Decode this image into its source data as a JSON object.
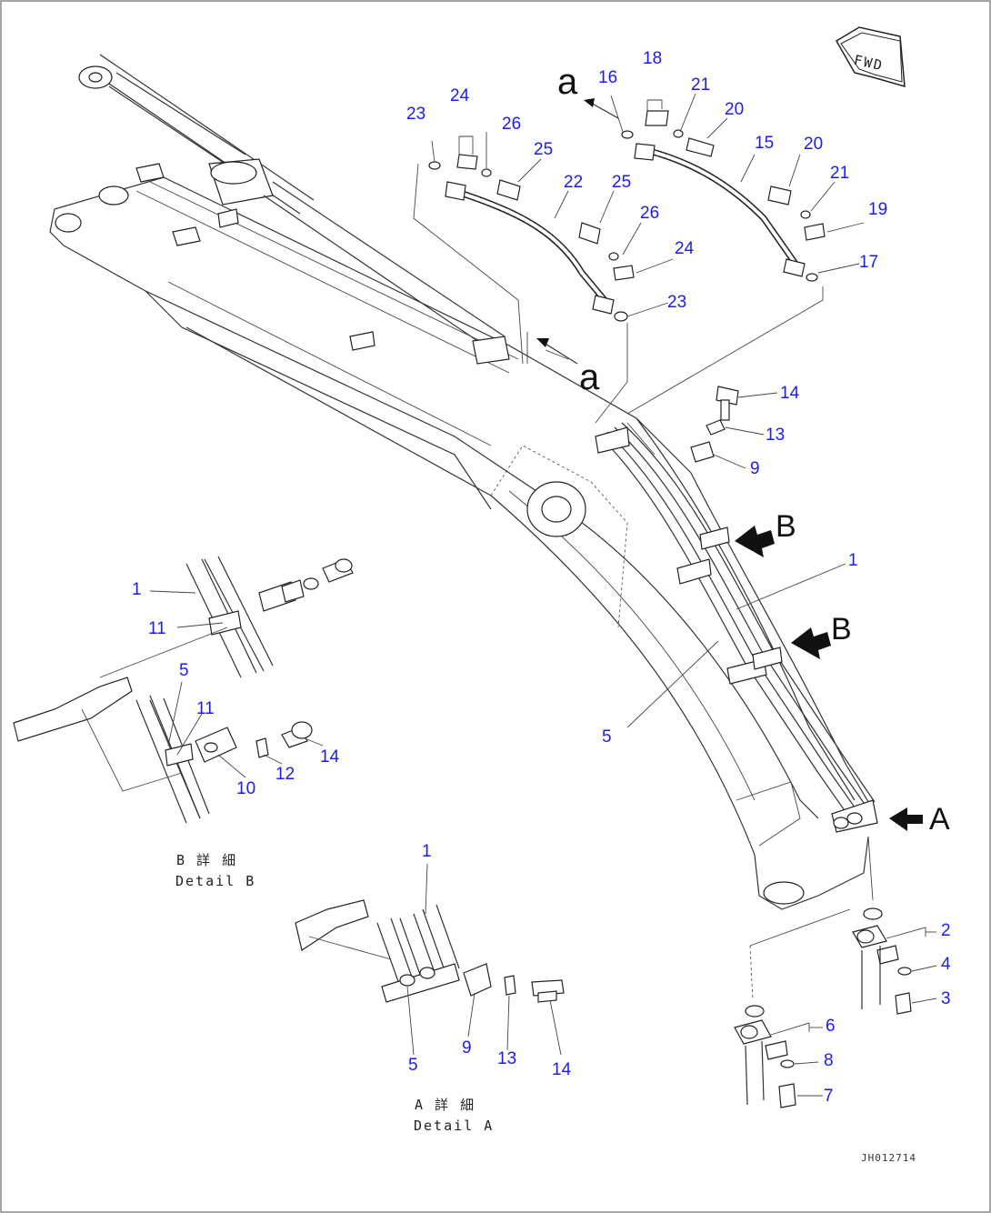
{
  "fwd_label": "FWD",
  "view_letters": {
    "a_top": "a",
    "a_mid": "a",
    "b_upper": "B",
    "b_lower": "B",
    "a_end": "A"
  },
  "callouts": {
    "c23a": "23",
    "c24a": "24",
    "c26a": "26",
    "c25a": "25",
    "c22": "22",
    "c16": "16",
    "c18": "18",
    "c21a": "21",
    "c20a": "20",
    "c15": "15",
    "c20b": "20",
    "c21b": "21",
    "c19": "19",
    "c17": "17",
    "c25b": "25",
    "c26b": "26",
    "c24b": "24",
    "c23b": "23",
    "c14a": "14",
    "c13a": "13",
    "c9a": "9",
    "c1a": "1",
    "c5a": "5",
    "c1b": "1",
    "c11a": "11",
    "c5b": "5",
    "c11b": "11",
    "c10": "10",
    "c12": "12",
    "c14b": "14",
    "c1c": "1",
    "c5c": "5",
    "c9b": "9",
    "c13b": "13",
    "c14c": "14",
    "c2": "2",
    "c4": "4",
    "c3": "3",
    "c6": "6",
    "c8": "8",
    "c7": "7"
  },
  "captions": {
    "detail_b_jp": "B 詳 細",
    "detail_b_en": "Detail B",
    "detail_a_jp": "A 詳 細",
    "detail_a_en": "Detail A"
  },
  "drawing_code": "JH012714",
  "colors": {
    "callout": "#1a1aff",
    "line": "#222222",
    "background": "#ffffff"
  }
}
